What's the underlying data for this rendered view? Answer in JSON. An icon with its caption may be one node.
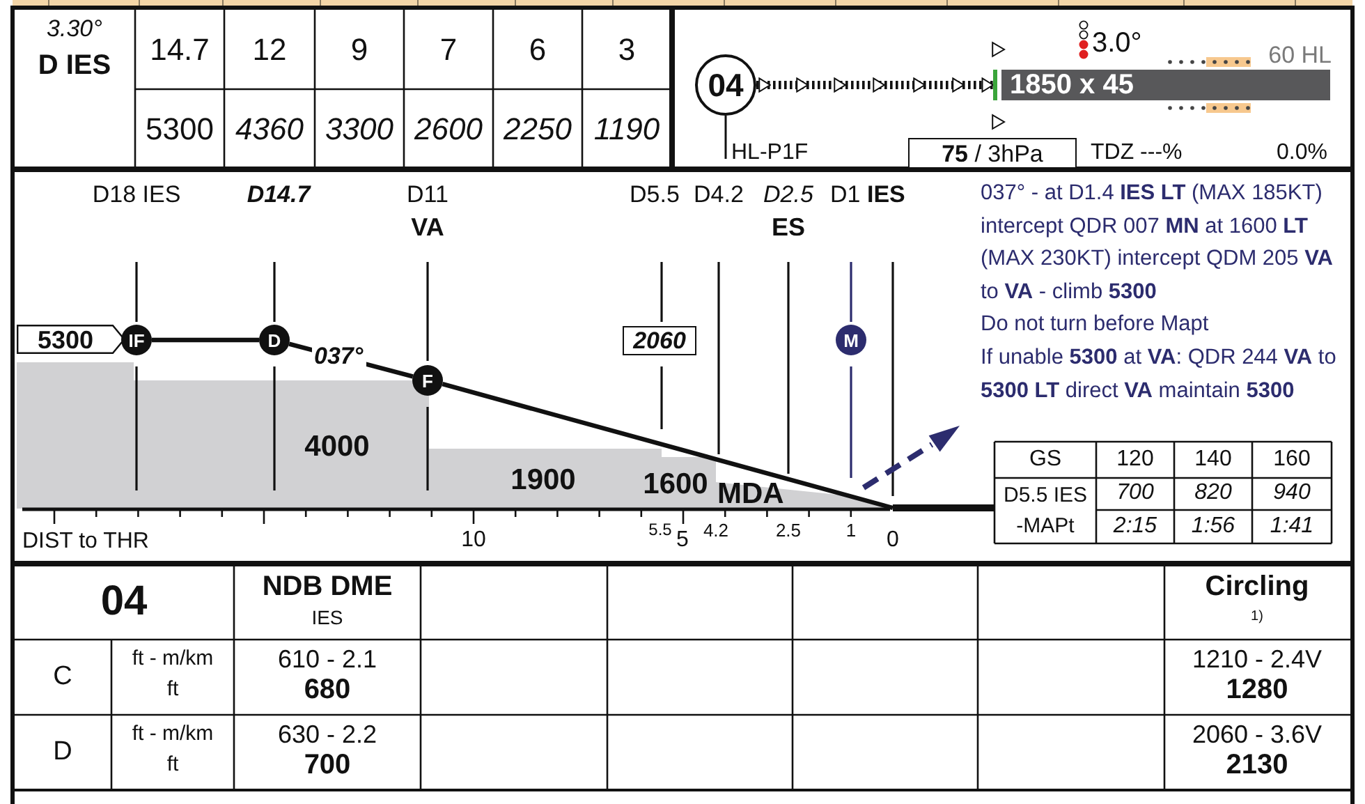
{
  "diagram": {
    "nodes": [
      {
        "text": [
          "04"
        ]
      },
      {
        "text": [
          "1850 x 45"
        ]
      },
      {
        "text": [
          "**75** / 3hPa"
        ]
      },
      {
        "text": [
          "5300"
        ]
      },
      {
        "text": [
          "IF"
        ]
      },
      {
        "text": [
          "D"
        ]
      },
      {
        "text": [
          "F"
        ]
      },
      {
        "text": [
          "2060"
        ]
      },
      {
        "text": [
          "M"
        ]
      },
      {
        "text": [],
        "shape": "bar"
      }
    ],
    "edges": [
      {
        "from": 0,
        "to": 1,
        "arrow": "to",
        "style": "dashed"
      },
      {
        "from": 4,
        "to": 5,
        "arrow": "none"
      },
      {
        "from": 5,
        "to": 6,
        "arrow": "none",
        "label": "037°"
      },
      {
        "from": 6,
        "to": 9,
        "arrow": "none"
      }
    ],
    "labels": [
      "3.30°",
      "D IES",
      "14.7",
      "12",
      "9",
      "7",
      "6",
      "3",
      "5300",
      "4360",
      "3300",
      "2600",
      "2250",
      "1190",
      "3.0°",
      "60 HL",
      "HL-P1F",
      "TDZ ---%",
      "0.0%",
      "D18 IES",
      "D14.7",
      "D11",
      "VA",
      "D5.5",
      "D4.2",
      "D2.5",
      "ES",
      "D1 **IES**",
      "037° - at D1.4 **IES LT** (MAX 185KT) intercept QDR 007 **MN** at 1600 **LT** (MAX 230KT) intercept QDM 205 **VA** to **VA** - climb **5300**",
      "Do not turn before Mapt",
      "If unable **5300** at **VA**: QDR 244 **VA** to **5300** **LT** direct **VA** maintain **5300**",
      "4000",
      "1900",
      "1600",
      "MDA",
      "GS",
      "120",
      "140",
      "160",
      "D5.5 IES -MAPt",
      "700",
      "820",
      "940",
      "2:15",
      "1:56",
      "1:41",
      "DIST to THR",
      "10",
      "5.5",
      "5",
      "4.2",
      "2.5",
      "1",
      "0",
      "04",
      "NDB DME",
      "IES",
      "Circling",
      "1)",
      "C",
      "ft - m/km",
      "ft",
      "610 - 2.1",
      "680",
      "1210 - 2.4V",
      "1280",
      "D",
      "ft - m/km",
      "ft",
      "630 - 2.2",
      "700",
      "2060 - 3.6V",
      "2130"
    ]
  }
}
